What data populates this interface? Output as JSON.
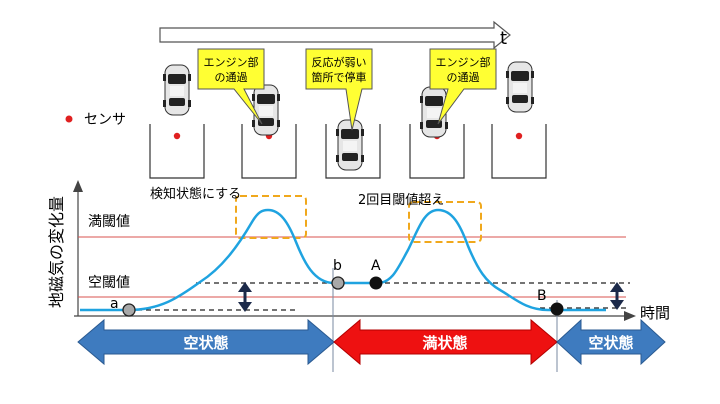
{
  "time_axis_label": "t",
  "legend": {
    "sensor_label": "センサ"
  },
  "callouts": {
    "engine_pass_1": [
      "エンジン部",
      "の通過"
    ],
    "weak_stop": [
      "反応が弱い",
      "箇所で停車"
    ],
    "engine_pass_2": [
      "エンジン部",
      "の通過"
    ]
  },
  "graph": {
    "ylabel": "地磁気の変化量",
    "xlabel": "時間",
    "full_threshold_label": "満閾値",
    "empty_threshold_label": "空閾値",
    "annotation_detect": "検知状態にする",
    "annotation_second": "2回目閾値超え"
  },
  "points": {
    "a": "a",
    "b": "b",
    "A": "A",
    "B": "B"
  },
  "states": {
    "empty_1": "空状態",
    "full": "満状態",
    "empty_2": "空状態"
  },
  "colors": {
    "callout_fill": "#ffff33",
    "signal_line": "#1fa3e0",
    "threshold_line": "#d9534f",
    "empty_arrow": "#3e7bbf",
    "full_arrow": "#ee1111"
  }
}
